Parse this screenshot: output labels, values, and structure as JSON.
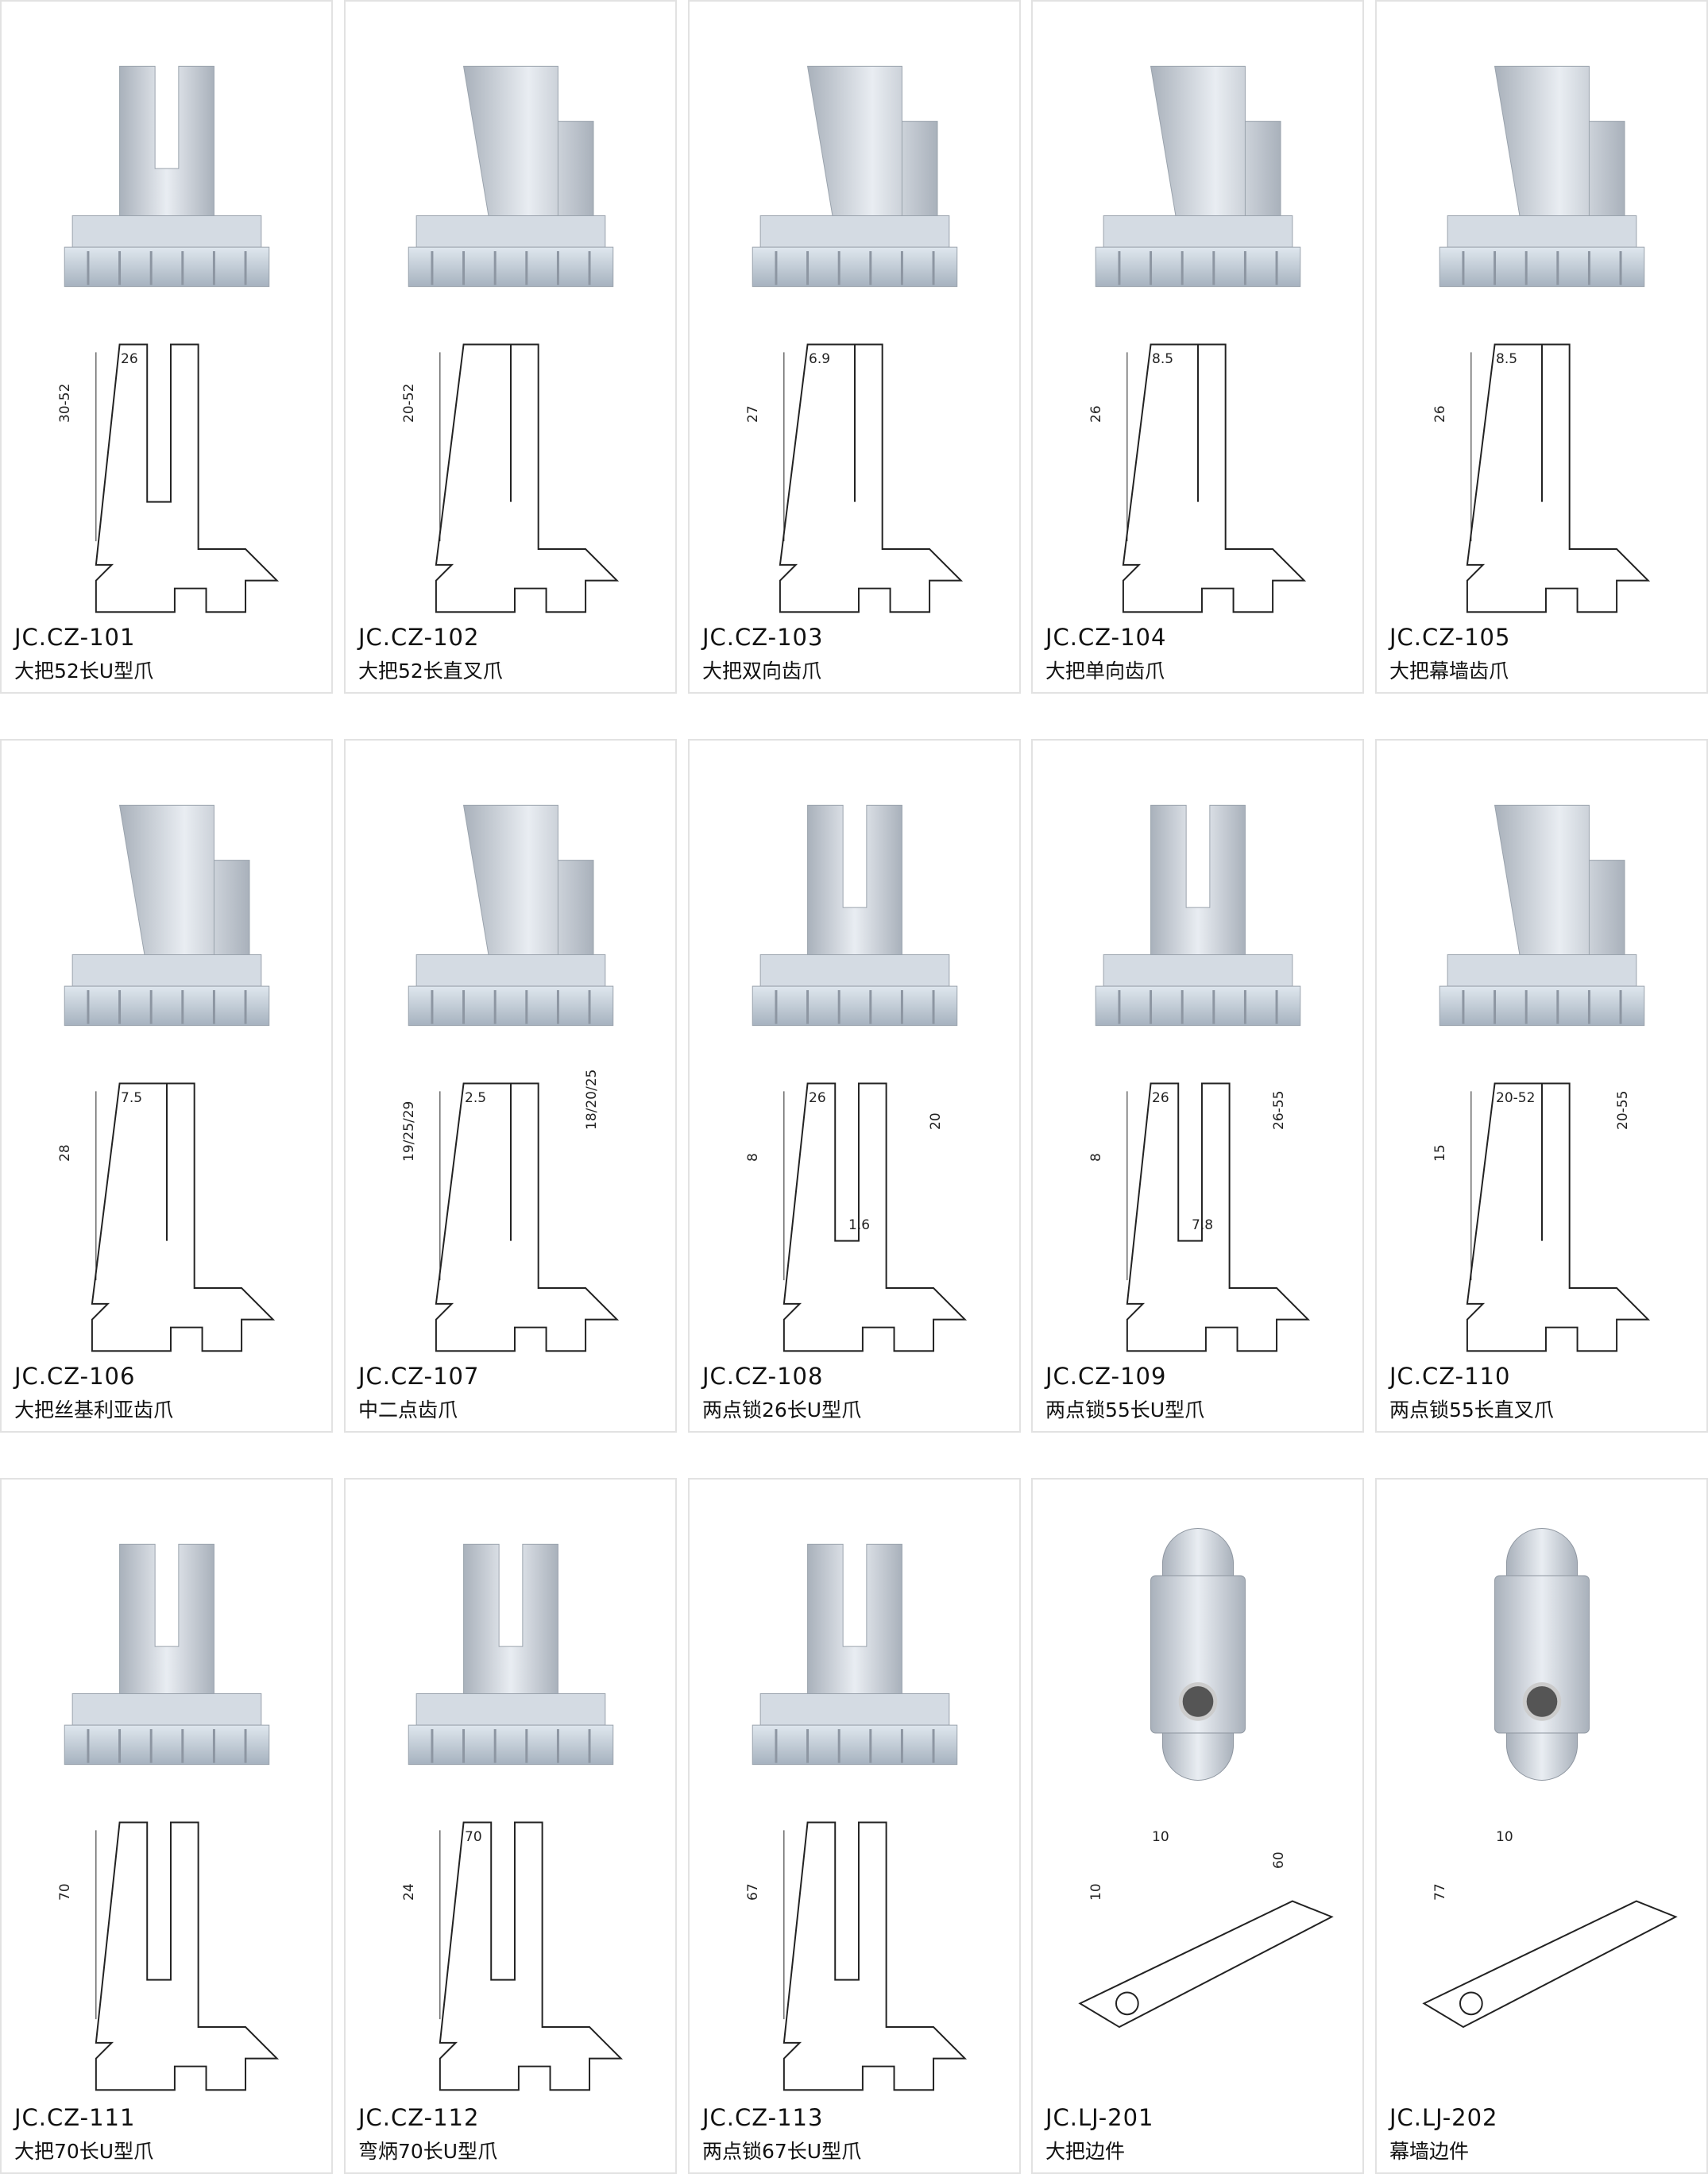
{
  "colors": {
    "metal_light": "#e9edf2",
    "metal_dark": "#a9b1bb",
    "border": "#e2e2e2"
  },
  "items": [
    {
      "code": "JC.CZ-101",
      "name": "大把52长U型爪",
      "dims": [
        "30-52",
        "26"
      ]
    },
    {
      "code": "JC.CZ-102",
      "name": "大把52长直叉爪",
      "dims": [
        "20-52"
      ]
    },
    {
      "code": "JC.CZ-103",
      "name": "大把双向齿爪",
      "dims": [
        "27",
        "6.9"
      ]
    },
    {
      "code": "JC.CZ-104",
      "name": "大把单向齿爪",
      "dims": [
        "26",
        "8.5"
      ]
    },
    {
      "code": "JC.CZ-105",
      "name": "大把幕墙齿爪",
      "dims": [
        "26",
        "8.5"
      ]
    },
    {
      "code": "JC.CZ-106",
      "name": "大把丝基利亚齿爪",
      "dims": [
        "28",
        "7.5"
      ]
    },
    {
      "code": "JC.CZ-107",
      "name": "中二点齿爪",
      "dims": [
        "19/25/29",
        "2.5",
        "18/20/25"
      ]
    },
    {
      "code": "JC.CZ-108",
      "name": "两点锁26长U型爪",
      "dims": [
        "8",
        "26",
        "20",
        "1.6"
      ]
    },
    {
      "code": "JC.CZ-109",
      "name": "两点锁55长U型爪",
      "dims": [
        "8",
        "26",
        "26-55",
        "7.8"
      ]
    },
    {
      "code": "JC.CZ-110",
      "name": "两点锁55长直叉爪",
      "dims": [
        "15",
        "20-52",
        "20-55"
      ]
    },
    {
      "code": "JC.CZ-111",
      "name": "大把70长U型爪",
      "dims": [
        "70"
      ]
    },
    {
      "code": "JC.CZ-112",
      "name": "弯炳70长U型爪",
      "dims": [
        "24",
        "70"
      ]
    },
    {
      "code": "JC.CZ-113",
      "name": "两点锁67长U型爪",
      "dims": [
        "67"
      ]
    },
    {
      "code": "JC.LJ-201",
      "name": "大把边件",
      "dims": [
        "10",
        "10",
        "60"
      ]
    },
    {
      "code": "JC.LJ-202",
      "name": "幕墙边件",
      "dims": [
        "77",
        "10"
      ]
    }
  ]
}
